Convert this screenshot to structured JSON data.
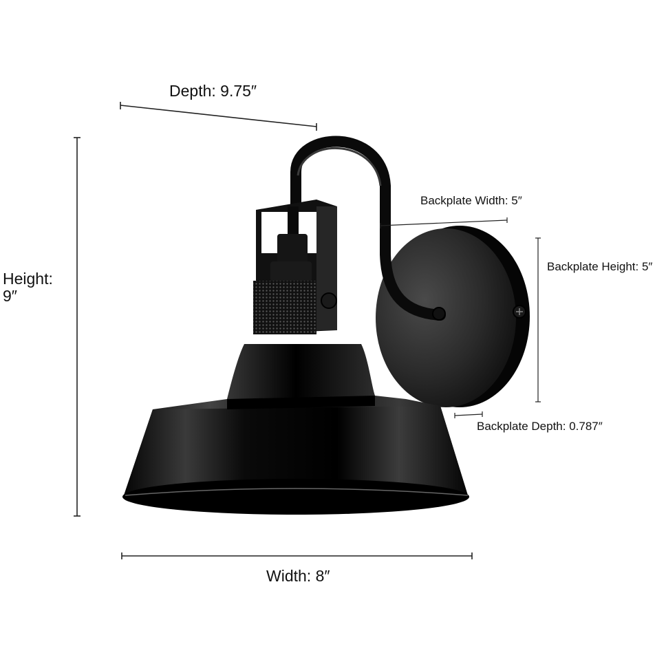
{
  "diagram": {
    "type": "product-dimension-diagram",
    "subject": "black barn-style wall sconce with gooseneck arm and round backplate",
    "colors": {
      "background": "#ffffff",
      "product": "#0a0a0a",
      "lines": "#222222",
      "text": "#111111"
    }
  },
  "dimensions": {
    "depth": {
      "label": "Depth: 9.75″"
    },
    "height": {
      "label_line1": "Height:",
      "label_line2": "9″"
    },
    "width": {
      "label": "Width: 8″"
    },
    "backplate_width": {
      "label": "Backplate Width: 5″"
    },
    "backplate_height": {
      "label": "Backplate Height: 5″"
    },
    "backplate_depth": {
      "label": "Backplate Depth: 0.787″"
    }
  }
}
